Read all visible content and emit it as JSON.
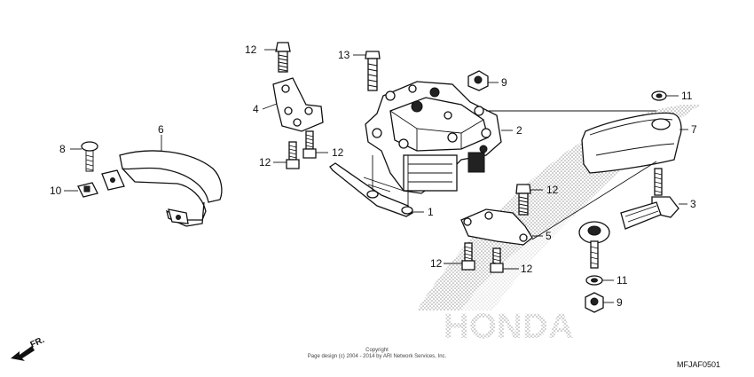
{
  "diagram": {
    "callouts": [
      {
        "id": "c12a",
        "text": "12"
      },
      {
        "id": "c13",
        "text": "13"
      },
      {
        "id": "c9a",
        "text": "9"
      },
      {
        "id": "c4",
        "text": "4"
      },
      {
        "id": "c6",
        "text": "6"
      },
      {
        "id": "c2",
        "text": "2"
      },
      {
        "id": "c11a",
        "text": "11"
      },
      {
        "id": "c7",
        "text": "7"
      },
      {
        "id": "c8",
        "text": "8"
      },
      {
        "id": "c12b",
        "text": "12"
      },
      {
        "id": "c12c",
        "text": "12"
      },
      {
        "id": "c10",
        "text": "10"
      },
      {
        "id": "c12d",
        "text": "12"
      },
      {
        "id": "c1",
        "text": "1"
      },
      {
        "id": "c3",
        "text": "3"
      },
      {
        "id": "c5",
        "text": "5"
      },
      {
        "id": "c12e",
        "text": "12"
      },
      {
        "id": "c12f",
        "text": "12"
      },
      {
        "id": "c11b",
        "text": "11"
      },
      {
        "id": "c9b",
        "text": "9"
      }
    ],
    "watermark_text": "HONDA",
    "direction_label": "FR.",
    "copyright_line1": "Copyright",
    "copyright_line2": "Page design (c) 2004 - 2014 by ARI Network Services, Inc.",
    "diagram_code": "MFJAF0501"
  }
}
